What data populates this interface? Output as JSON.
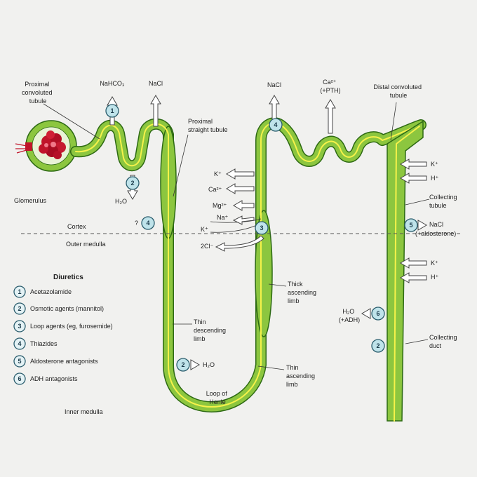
{
  "labels": {
    "proximal_convoluted": [
      "Proximal",
      "convoluted",
      "tubule"
    ],
    "nahco3": "NaHCO₃",
    "nacl_top": "NaCl",
    "proximal_straight": [
      "Proximal",
      "straight tubule"
    ],
    "nacl_dct": "NaCl",
    "ca_pth": [
      "Ca²⁺",
      "(+PTH)"
    ],
    "distal_convoluted": [
      "Distal convoluted",
      "tubule"
    ],
    "glomerulus": "Glomerulus",
    "h2o_pct": "H₂O",
    "k_left": "K⁺",
    "ca_left": "Ca²⁺",
    "mg_left": "Mg²⁺",
    "na_left": "Na⁺",
    "k_left2": "K⁺",
    "cl2_left": "2Cl⁻",
    "qmark": "?",
    "cortex": "Cortex",
    "outer_medulla": "Outer medulla",
    "k_right1": "K⁺",
    "h_right1": "H⁺",
    "collecting_tubule": [
      "Collecting",
      "tubule"
    ],
    "nacl_aldo": [
      "NaCl",
      "(+aldosterone)"
    ],
    "k_right2": "K⁺",
    "h_right2": "H⁺",
    "thick_ascending": [
      "Thick",
      "ascending",
      "limb"
    ],
    "h2o_adh": [
      "H₂O",
      "(+ADH)"
    ],
    "thin_descending": [
      "Thin",
      "descending",
      "limb"
    ],
    "collecting_duct": [
      "Collecting",
      "duct"
    ],
    "h2o_loop": "H₂O",
    "thin_ascending": [
      "Thin",
      "ascending",
      "limb"
    ],
    "loop_of_henle": [
      "Loop of",
      "Henle"
    ],
    "inner_medulla": "Inner medulla"
  },
  "badges": {
    "b1_pct": "1",
    "b2_pct": "2",
    "b4_pct": "4",
    "b4_dct": "4",
    "b3_tal": "3",
    "b5_ct": "5",
    "b6_cd": "6",
    "b2_loop": "2",
    "b2_cd": "2"
  },
  "legend": {
    "title": "Diuretics",
    "items": [
      {
        "num": "1",
        "label": "Acetazolamide"
      },
      {
        "num": "2",
        "label": "Osmotic agents (mannitol)"
      },
      {
        "num": "3",
        "label": "Loop agents (eg, furosemide)"
      },
      {
        "num": "4",
        "label": "Thiazides"
      },
      {
        "num": "5",
        "label": "Aldosterone antagonists"
      },
      {
        "num": "6",
        "label": "ADH antagonists"
      }
    ]
  },
  "colors": {
    "tubule_fill": "#8cc63f",
    "tubule_outline": "#2d6a14",
    "lumen_line": "#f6f24a",
    "glomerulus": "#c0152a",
    "badge_fill": "#bfe3ea"
  }
}
